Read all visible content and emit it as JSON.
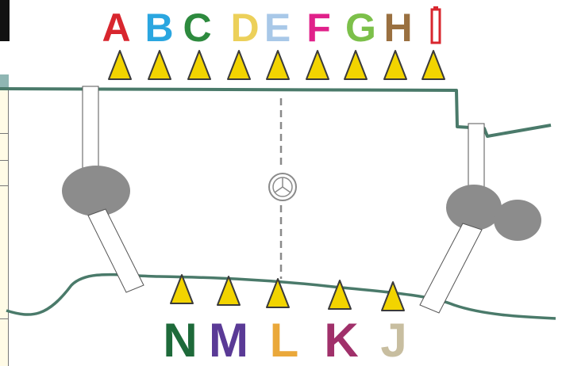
{
  "colors": {
    "shore_line": "#4a7a6a",
    "trap_fill": "#f2d400",
    "trap_stroke": "#3a3a3a",
    "island_fill": "#8c8c8c",
    "pier_fill": "#ffffff",
    "transect_line": "#8a8a8a",
    "panel_dark": "#111111",
    "panel_table": "#fffbe6"
  },
  "top_stations": [
    {
      "label": "A",
      "color": "#d8262e"
    },
    {
      "label": "B",
      "color": "#2aa6e0"
    },
    {
      "label": "C",
      "color": "#2d8a3e"
    },
    {
      "label": "D",
      "color": "#ecd05a"
    },
    {
      "label": "E",
      "color": "#a8c8e8"
    },
    {
      "label": "F",
      "color": "#e0218a"
    },
    {
      "label": "G",
      "color": "#7cc04a"
    },
    {
      "label": "H",
      "color": "#9a7040"
    },
    {
      "label": "I",
      "color": "#d8262e"
    }
  ],
  "bottom_stations": [
    {
      "label": "N",
      "color": "#1e6a3a"
    },
    {
      "label": "M",
      "color": "#5a3a96"
    },
    {
      "label": "L",
      "color": "#eaa83a"
    },
    {
      "label": "K",
      "color": "#a0306a"
    },
    {
      "label": "J",
      "color": "#c8bea0"
    }
  ],
  "center_marker_icon": "peace-symbol-icon"
}
